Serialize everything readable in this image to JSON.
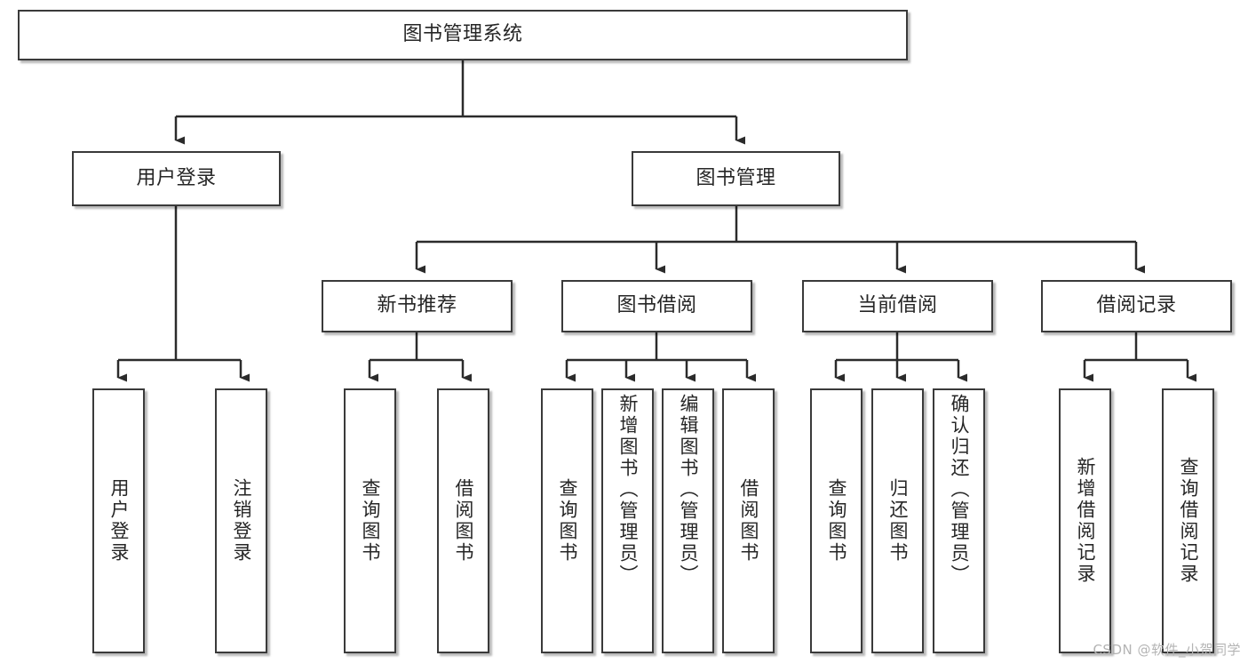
{
  "diagram": {
    "title_node": {
      "label": "图书管理系统"
    },
    "level2": [
      {
        "id": "user-login",
        "label": "用户登录"
      },
      {
        "id": "book-management",
        "label": "图书管理"
      }
    ],
    "level3": [
      {
        "id": "new-book-recommend",
        "label": "新书推荐"
      },
      {
        "id": "book-borrow",
        "label": "图书借阅"
      },
      {
        "id": "current-borrow",
        "label": "当前借阅"
      },
      {
        "id": "borrow-record",
        "label": "借阅记录"
      }
    ],
    "leaves": [
      {
        "id": "leaf-user-login",
        "label": "用户登录"
      },
      {
        "id": "leaf-logout-login",
        "label": "注销登录"
      },
      {
        "id": "leaf-query-book-1",
        "label": "查询图书"
      },
      {
        "id": "leaf-borrow-book-1",
        "label": "借阅图书"
      },
      {
        "id": "leaf-query-book-2",
        "label": "查询图书"
      },
      {
        "id": "leaf-add-book",
        "label": "新增图书（管理员）"
      },
      {
        "id": "leaf-edit-book",
        "label": "编辑图书（管理员）"
      },
      {
        "id": "leaf-borrow-book-2",
        "label": "借阅图书"
      },
      {
        "id": "leaf-query-book-3",
        "label": "查询图书"
      },
      {
        "id": "leaf-return-book",
        "label": "归还图书"
      },
      {
        "id": "leaf-confirm-return",
        "label": "确认归还（管理员）"
      },
      {
        "id": "leaf-add-record",
        "label": "新增借阅记录"
      },
      {
        "id": "leaf-query-record",
        "label": "查询借阅记录"
      }
    ]
  },
  "watermark": {
    "text": "CSDN @软件_小贺同学"
  },
  "colors": {
    "box_border": "#3a3a3a",
    "connector": "#2b2b2b",
    "text": "#262626",
    "background": "#ffffff",
    "watermark": "#b4b4b4"
  }
}
